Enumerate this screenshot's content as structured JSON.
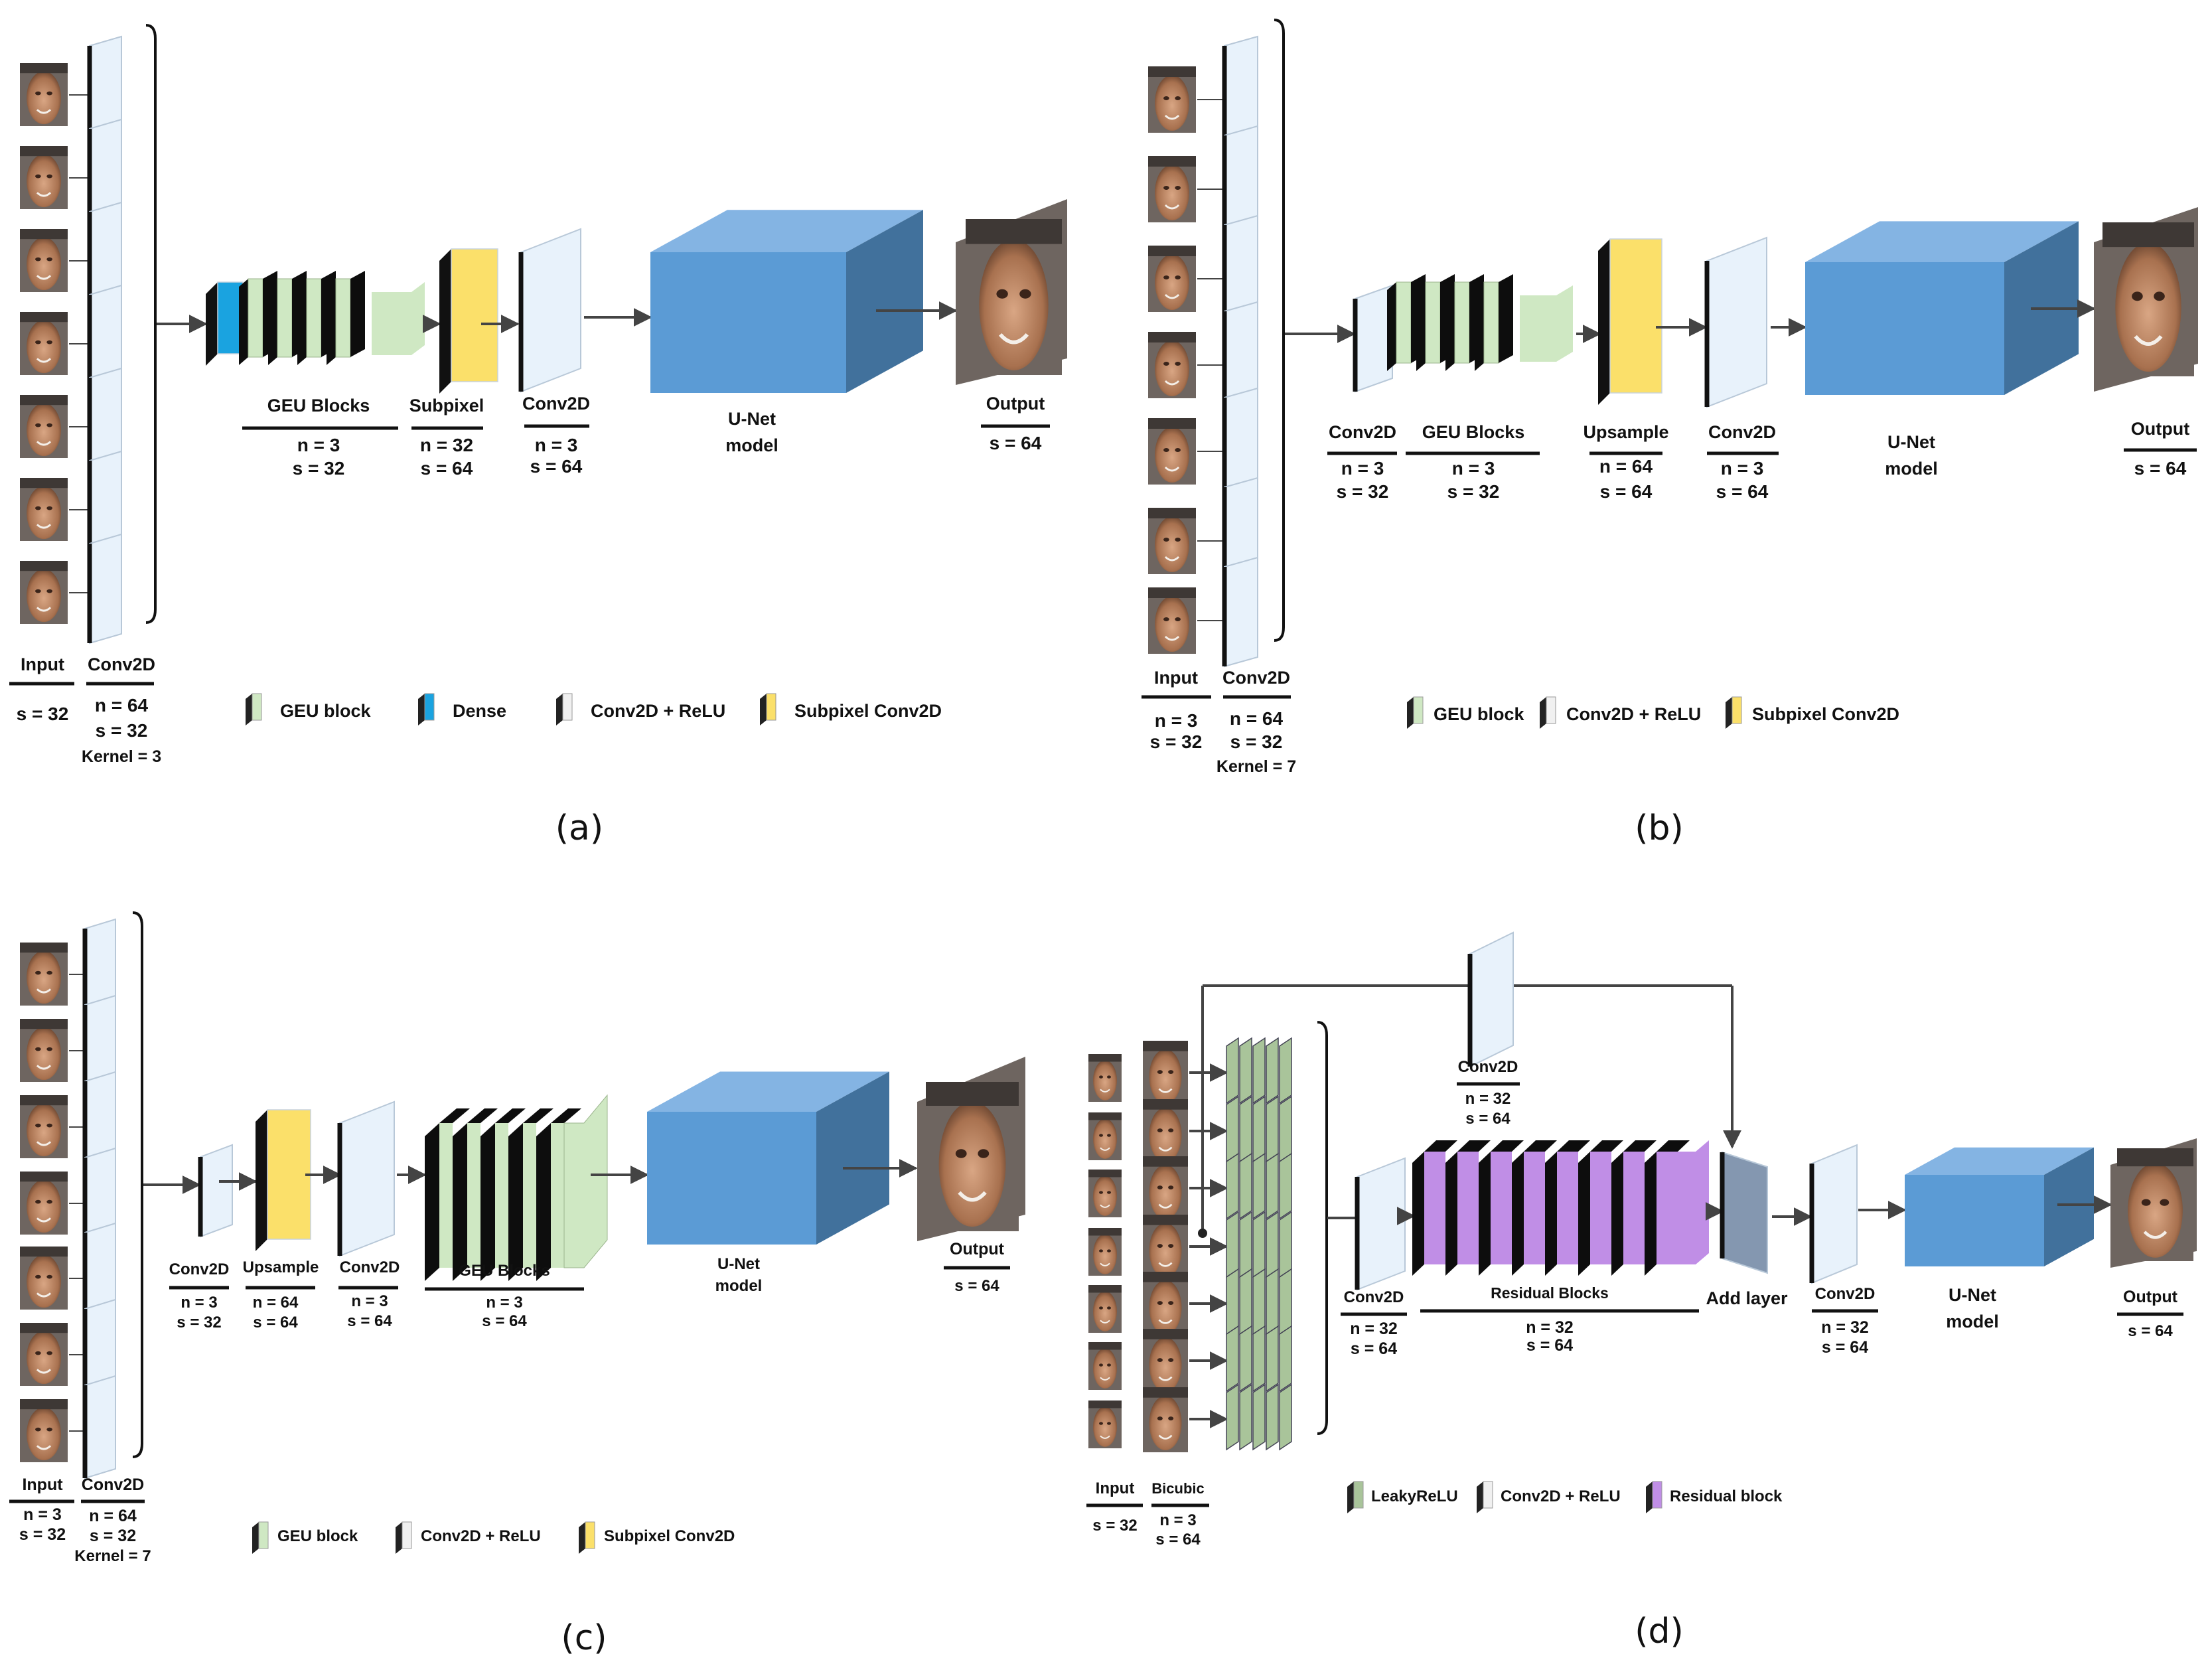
{
  "colors": {
    "conv_face": "#e8f2fb",
    "conv_side": "#111111",
    "geu": "#cfe8c3",
    "dense": "#1aa3e0",
    "subpixel": "#fbe06a",
    "unet_front": "#5b9bd5",
    "unet_top": "#84b4e3",
    "unet_side": "#41719c",
    "residual": "#c08ee6",
    "leaky": "#a9c49a",
    "add": "#8497b0",
    "skin": "#b07b5c"
  },
  "panels": {
    "a": {
      "caption": "(a)",
      "input": {
        "title": "Input",
        "s": "s = 32"
      },
      "conv_in": {
        "title": "Conv2D",
        "n": "n = 64",
        "s": "s = 32",
        "k": "Kernel = 3"
      },
      "geu": {
        "title": "GEU Blocks",
        "n": "n = 3",
        "s": "s = 32"
      },
      "sub": {
        "title": "Subpixel",
        "n": "n = 32",
        "s": "s = 64"
      },
      "conv2": {
        "title": "Conv2D",
        "n": "n = 3",
        "s": "s = 64"
      },
      "unet": {
        "l1": "U-Net",
        "l2": "model"
      },
      "output": {
        "title": "Output",
        "s": "s = 64"
      },
      "legend": [
        "GEU block",
        "Dense",
        "Conv2D + ReLU",
        "Subpixel Conv2D"
      ]
    },
    "b": {
      "caption": "(b)",
      "input": {
        "title": "Input",
        "n": "n = 3",
        "s": "s = 32"
      },
      "conv_in": {
        "title": "Conv2D",
        "n": "n = 64",
        "s": "s = 32",
        "k": "Kernel = 7"
      },
      "conv1": {
        "title": "Conv2D",
        "n": "n = 3",
        "s": "s = 32"
      },
      "geu": {
        "title": "GEU Blocks",
        "n": "n = 3",
        "s": "s = 32"
      },
      "up": {
        "title": "Upsample",
        "n": "n = 64",
        "s": "s = 64"
      },
      "conv2": {
        "title": "Conv2D",
        "n": "n = 3",
        "s": "s = 64"
      },
      "unet": {
        "l1": "U-Net",
        "l2": "model"
      },
      "output": {
        "title": "Output",
        "s": "s = 64"
      },
      "legend": [
        "GEU block",
        "Conv2D + ReLU",
        "Subpixel Conv2D"
      ]
    },
    "c": {
      "caption": "(c)",
      "input": {
        "title": "Input",
        "n": "n = 3",
        "s": "s = 32"
      },
      "conv_in": {
        "title": "Conv2D",
        "n": "n = 64",
        "s": "s = 32",
        "k": "Kernel = 7"
      },
      "conv1": {
        "title": "Conv2D",
        "n": "n = 3",
        "s": "s = 32"
      },
      "up": {
        "title": "Upsample",
        "n": "n = 64",
        "s": "s = 64"
      },
      "conv2": {
        "title": "Conv2D",
        "n": "n = 3",
        "s": "s = 64"
      },
      "geu": {
        "title": "GEU Blocks",
        "n": "n = 3",
        "s": "s = 64"
      },
      "unet": {
        "l1": "U-Net",
        "l2": "model"
      },
      "output": {
        "title": "Output",
        "s": "s = 64"
      },
      "legend": [
        "GEU block",
        "Conv2D + ReLU",
        "Subpixel Conv2D"
      ]
    },
    "d": {
      "caption": "(d)",
      "input": {
        "title": "Input",
        "s": "s = 32"
      },
      "bicubic": {
        "title": "Bicubic",
        "n": "n = 3",
        "s": "s = 64"
      },
      "skip_conv": {
        "title": "Conv2D",
        "n": "n = 32",
        "s": "s = 64"
      },
      "conv1": {
        "title": "Conv2D",
        "n": "n = 32",
        "s": "s = 64"
      },
      "res": {
        "title": "Residual Blocks",
        "n": "n = 32",
        "s": "s = 64"
      },
      "add": {
        "title": "Add layer"
      },
      "conv2": {
        "title": "Conv2D",
        "n": "n = 32",
        "s": "s = 64"
      },
      "unet": {
        "l1": "U-Net",
        "l2": "model"
      },
      "output": {
        "title": "Output",
        "s": "s = 64"
      },
      "legend": [
        "LeakyReLU",
        "Conv2D + ReLU",
        "Residual block"
      ]
    }
  }
}
